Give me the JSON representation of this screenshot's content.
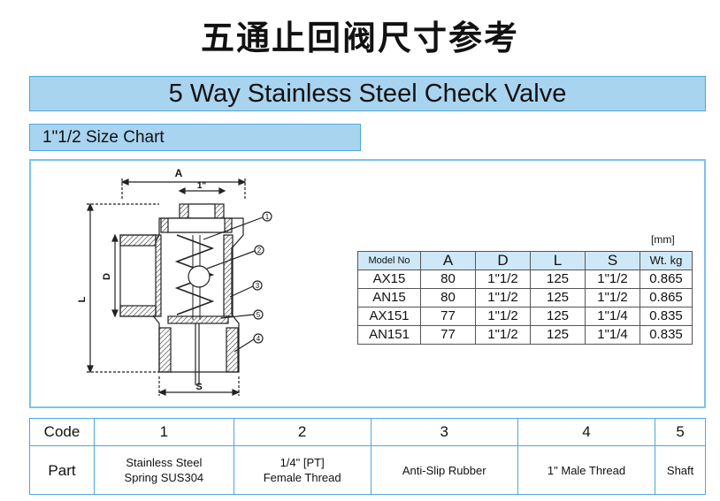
{
  "title_cn": "五通止回阀尺寸参考",
  "title_en": "5 Way Stainless Steel Check Valve",
  "size_chart_label": "1\"1/2 Size Chart",
  "diagram": {
    "dim_a": "A",
    "dim_thread": "1\"",
    "dim_d": "D",
    "dim_l": "L",
    "dim_s": "S",
    "callouts": [
      "1",
      "2",
      "3",
      "5",
      "4"
    ]
  },
  "spec_table": {
    "unit": "[mm]",
    "headers": [
      "Model No",
      "A",
      "D",
      "L",
      "S",
      "Wt. kg"
    ],
    "rows": [
      [
        "AX15",
        "80",
        "1\"1/2",
        "125",
        "1\"1/2",
        "0.865"
      ],
      [
        "AN15",
        "80",
        "1\"1/2",
        "125",
        "1\"1/2",
        "0.865"
      ],
      [
        "AX151",
        "77",
        "1\"1/2",
        "125",
        "1\"1/4",
        "0.835"
      ],
      [
        "AN151",
        "77",
        "1\"1/2",
        "125",
        "1\"1/4",
        "0.835"
      ]
    ]
  },
  "parts_table": {
    "code_label": "Code",
    "part_label": "Part",
    "codes": [
      "1",
      "2",
      "3",
      "4",
      "5"
    ],
    "parts": [
      [
        "Stainless Steel",
        "Spring  SUS304"
      ],
      [
        "1/4\" [PT]",
        "Female Thread"
      ],
      [
        "Anti-Slip Rubber"
      ],
      [
        "1\" Male Thread"
      ],
      [
        "Shaft"
      ]
    ]
  }
}
